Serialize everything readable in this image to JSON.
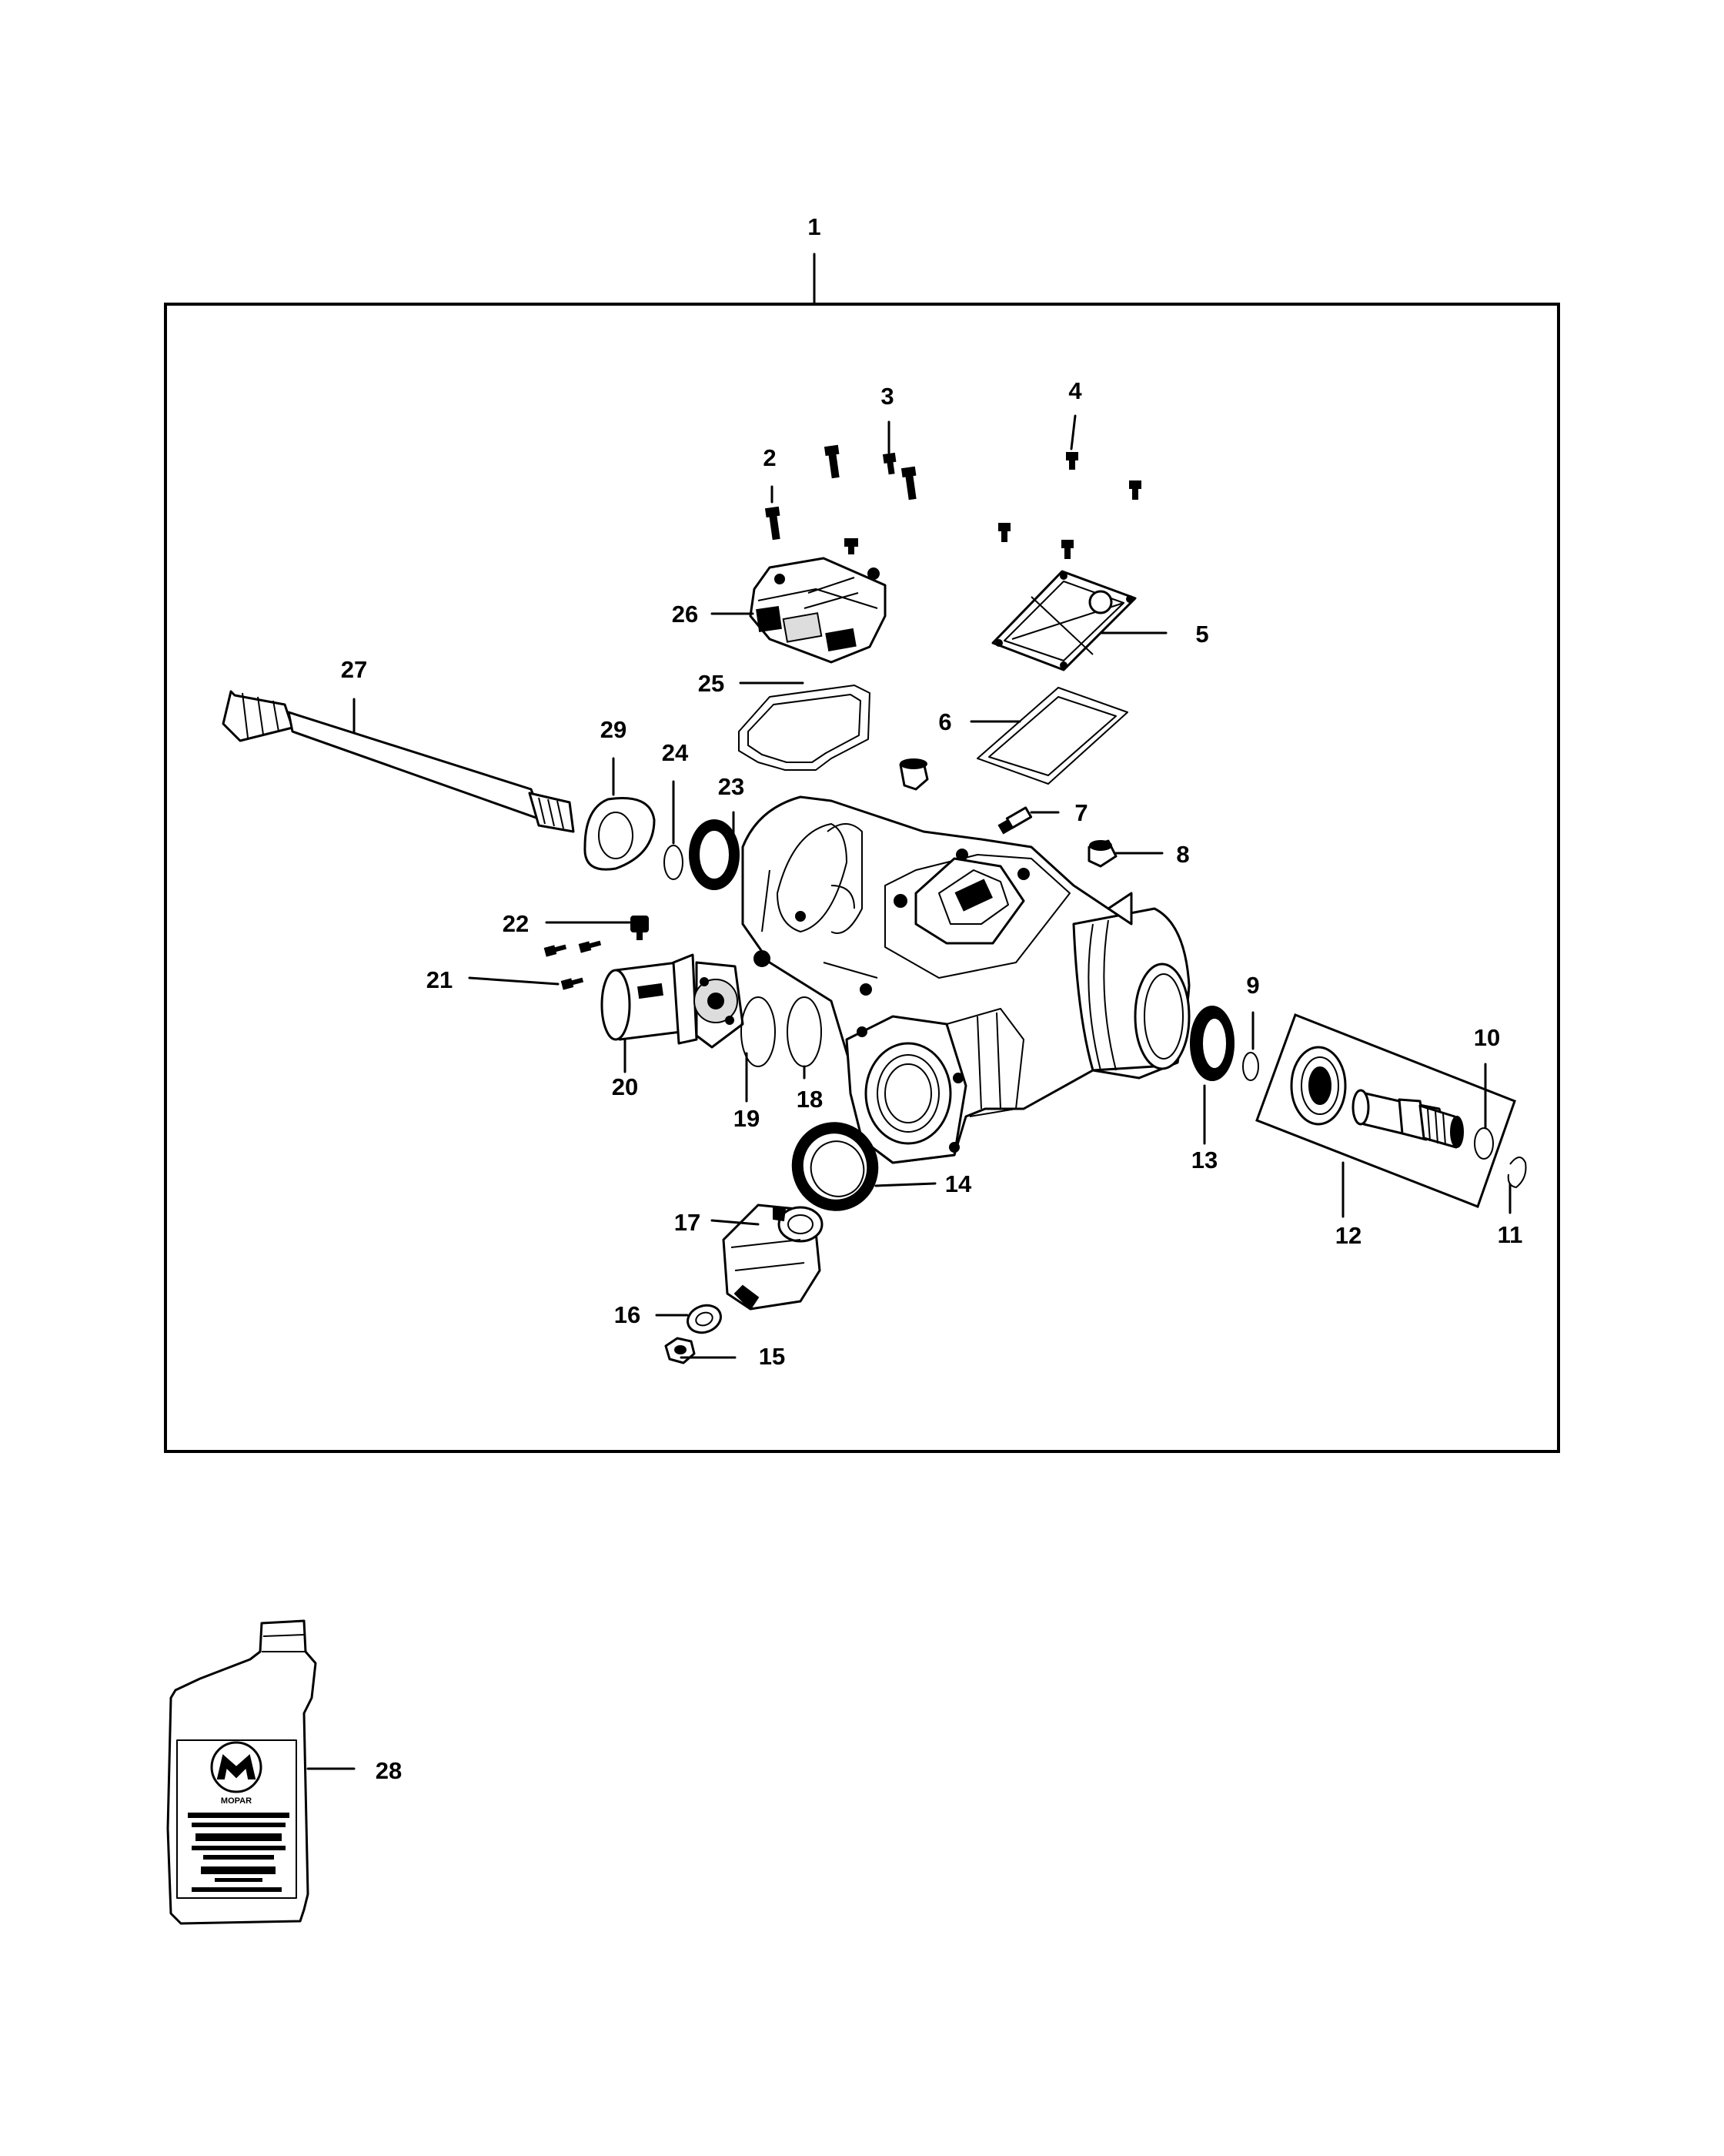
{
  "callouts": {
    "c1": "1",
    "c2": "2",
    "c3": "3",
    "c4": "4",
    "c5": "5",
    "c6": "6",
    "c7": "7",
    "c8": "8",
    "c9": "9",
    "c10": "10",
    "c11": "11",
    "c12": "12",
    "c13": "13",
    "c14": "14",
    "c15": "15",
    "c16": "16",
    "c17": "17",
    "c18": "18",
    "c19": "19",
    "c20": "20",
    "c21": "21",
    "c22": "22",
    "c23": "23",
    "c24": "24",
    "c25": "25",
    "c26": "26",
    "c27": "27",
    "c28": "28",
    "c29": "29"
  },
  "bottle": {
    "brand": "MOPAR"
  }
}
